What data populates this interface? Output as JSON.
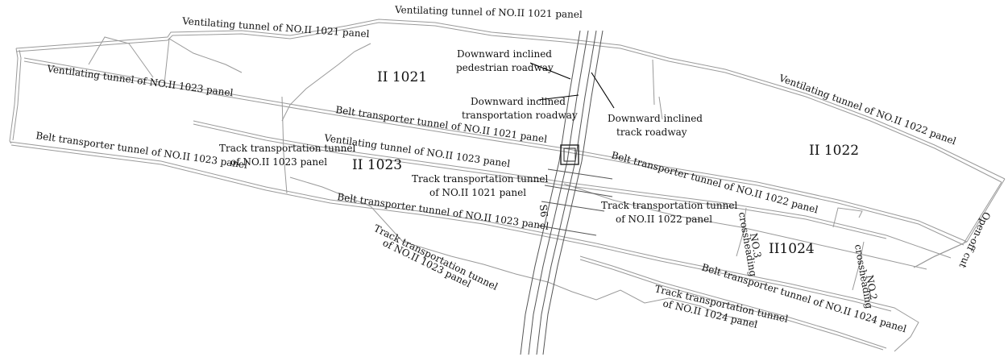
{
  "panels": {
    "p1021": "II 1021",
    "p1022": "II 1022",
    "p1023": "II 1023",
    "p1024": "II1024"
  },
  "labels": {
    "vent_1021_top": "Ventilating tunnel of NO.II 1021 panel",
    "vent_1021_left": "Ventilating tunnel of NO.II 1021 panel",
    "vent_1023_left": "Ventilating tunnel of NO.II 1023 panel",
    "vent_1023_mid": "Ventilating tunnel of NO.II 1023 panel",
    "vent_1022": "Ventilating tunnel of NO.II 1022 panel",
    "belt_1021": "Belt transporter tunnel of NO.II 1021 panel",
    "belt_1022": "Belt transporter tunnel of NO.II 1022 panel",
    "belt_1023_left": "Belt transporter tunnel of NO.II 1023 panel",
    "belt_1023_mid": "Belt transporter tunnel of NO.II 1023 panel",
    "belt_1024": "Belt transporter tunnel of NO.II 1024 panel",
    "track_1023_a_l1": "Track transportation tunnel",
    "track_1023_a_l2": "of NO.II 1023 panel",
    "track_1021_l1": "Track transportation tunnel",
    "track_1021_l2": "of NO.II 1021 panel",
    "track_1022_l1": "Track transportation tunnel",
    "track_1022_l2": "of NO.II 1022 panel",
    "track_1023_b_l1": "Track transportation tunnel",
    "track_1023_b_l2": "of NO.II 1023 panel",
    "track_1024_l1": "Track transportation tunnel",
    "track_1024_l2": "of NO.II 1024 panel",
    "ped_l1": "Downward inclined",
    "ped_l2": "pedestrian roadway",
    "transp_l1": "Downward inclined",
    "transp_l2": "transportation roadway",
    "trackrd_l1": "Downward inclined",
    "trackrd_l2": "track roadway",
    "cross3_l1": "NO.3",
    "cross3_l2": "crossheading",
    "cross2_l1": "NO.2",
    "cross2_l2": "crossheading",
    "openoff": "Open-off cut",
    "fault": "S6"
  }
}
